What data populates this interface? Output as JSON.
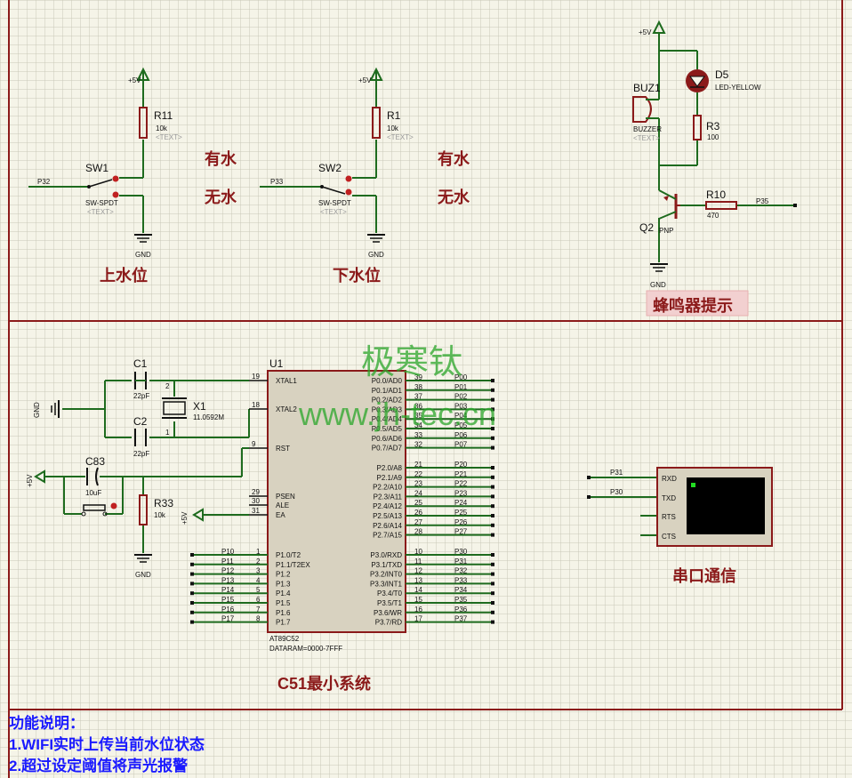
{
  "colors": {
    "grid": "#c9c8b8",
    "border": "#8b1a1a",
    "wire": "#1e6b1e",
    "component": "#8b1a1a",
    "chip_fill": "#d8d2c0",
    "note": "#1a1aff",
    "watermark": "#2aa52a"
  },
  "sections": {
    "upper_level": "上水位",
    "lower_level": "下水位",
    "buzzer": "蜂鸣器提示",
    "mcu": "C51最小系统",
    "serial": "串口通信"
  },
  "switch1": {
    "ref": "SW1",
    "type": "SW-SPDT",
    "text": "<TEXT>",
    "net": "P32",
    "status_on": "有水",
    "status_off": "无水"
  },
  "switch2": {
    "ref": "SW2",
    "type": "SW-SPDT",
    "text": "<TEXT>",
    "net": "P33",
    "status_on": "有水",
    "status_off": "无水"
  },
  "r11": {
    "ref": "R11",
    "value": "10k",
    "text": "<TEXT>"
  },
  "r1": {
    "ref": "R1",
    "value": "10k",
    "text": "<TEXT>"
  },
  "power": {
    "vcc": "+5V",
    "gnd": "GND"
  },
  "buzzer_circuit": {
    "buz_ref": "BUZ1",
    "buz_type": "BUZZER",
    "buz_text": "<TEXT>",
    "led_ref": "D5",
    "led_type": "LED-YELLOW",
    "r3_ref": "R3",
    "r3_value": "100",
    "r10_ref": "R10",
    "r10_value": "470",
    "q2_ref": "Q2",
    "q2_type": "PNP",
    "net": "P35"
  },
  "crystal": {
    "c1_ref": "C1",
    "c1_value": "22pF",
    "c2_ref": "C2",
    "c2_value": "22pF",
    "x1_ref": "X1",
    "x1_value": "11.0592M",
    "pin1": "1",
    "pin2": "2"
  },
  "reset": {
    "c83_ref": "C83",
    "c83_value": "10uF",
    "r33_ref": "R33",
    "r33_value": "10k"
  },
  "mcu": {
    "ref": "U1",
    "part": "AT89C52",
    "dataram": "DATARAM=0000-7FFF",
    "left_pins": [
      {
        "num": "19",
        "name": "XTAL1"
      },
      {
        "num": "18",
        "name": "XTAL2"
      },
      {
        "num": "9",
        "name": "RST"
      },
      {
        "num": "29",
        "name": "PSEN"
      },
      {
        "num": "30",
        "name": "ALE"
      },
      {
        "num": "31",
        "name": "EA"
      }
    ],
    "p1_pins": [
      {
        "num": "1",
        "name": "P1.0/T2",
        "net": "P10"
      },
      {
        "num": "2",
        "name": "P1.1/T2EX",
        "net": "P11"
      },
      {
        "num": "3",
        "name": "P1.2",
        "net": "P12"
      },
      {
        "num": "4",
        "name": "P1.3",
        "net": "P13"
      },
      {
        "num": "5",
        "name": "P1.4",
        "net": "P14"
      },
      {
        "num": "6",
        "name": "P1.5",
        "net": "P15"
      },
      {
        "num": "7",
        "name": "P1.6",
        "net": "P16"
      },
      {
        "num": "8",
        "name": "P1.7",
        "net": "P17"
      }
    ],
    "p0_pins": [
      {
        "num": "39",
        "name": "P0.0/AD0",
        "net": "P00"
      },
      {
        "num": "38",
        "name": "P0.1/AD1",
        "net": "P01"
      },
      {
        "num": "37",
        "name": "P0.2/AD2",
        "net": "P02"
      },
      {
        "num": "36",
        "name": "P0.3/AD3",
        "net": "P03"
      },
      {
        "num": "35",
        "name": "P0.4/AD4",
        "net": "P04"
      },
      {
        "num": "34",
        "name": "P0.5/AD5",
        "net": "P05"
      },
      {
        "num": "33",
        "name": "P0.6/AD6",
        "net": "P06"
      },
      {
        "num": "32",
        "name": "P0.7/AD7",
        "net": "P07"
      }
    ],
    "p2_pins": [
      {
        "num": "21",
        "name": "P2.0/A8",
        "net": "P20"
      },
      {
        "num": "22",
        "name": "P2.1/A9",
        "net": "P21"
      },
      {
        "num": "23",
        "name": "P2.2/A10",
        "net": "P22"
      },
      {
        "num": "24",
        "name": "P2.3/A11",
        "net": "P23"
      },
      {
        "num": "25",
        "name": "P2.4/A12",
        "net": "P24"
      },
      {
        "num": "26",
        "name": "P2.5/A13",
        "net": "P25"
      },
      {
        "num": "27",
        "name": "P2.6/A14",
        "net": "P26"
      },
      {
        "num": "28",
        "name": "P2.7/A15",
        "net": "P27"
      }
    ],
    "p3_pins": [
      {
        "num": "10",
        "name": "P3.0/RXD",
        "net": "P30"
      },
      {
        "num": "11",
        "name": "P3.1/TXD",
        "net": "P31"
      },
      {
        "num": "12",
        "name": "P3.2/INT0",
        "net": "P32"
      },
      {
        "num": "13",
        "name": "P3.3/INT1",
        "net": "P33"
      },
      {
        "num": "14",
        "name": "P3.4/T0",
        "net": "P34"
      },
      {
        "num": "15",
        "name": "P3.5/T1",
        "net": "P35"
      },
      {
        "num": "16",
        "name": "P3.6/WR",
        "net": "P36"
      },
      {
        "num": "17",
        "name": "P3.7/RD",
        "net": "P37"
      }
    ]
  },
  "terminal": {
    "pins": [
      "RXD",
      "TXD",
      "RTS",
      "CTS"
    ],
    "net_rxd": "P31",
    "net_txd": "P30"
  },
  "watermark": {
    "line1": "极寒钛",
    "line2": "www.jh-tec.cn"
  },
  "notes": {
    "title": "功能说明：",
    "line1": "1.WIFI实时上传当前水位状态",
    "line2": "2.超过设定阈值将声光报警"
  }
}
